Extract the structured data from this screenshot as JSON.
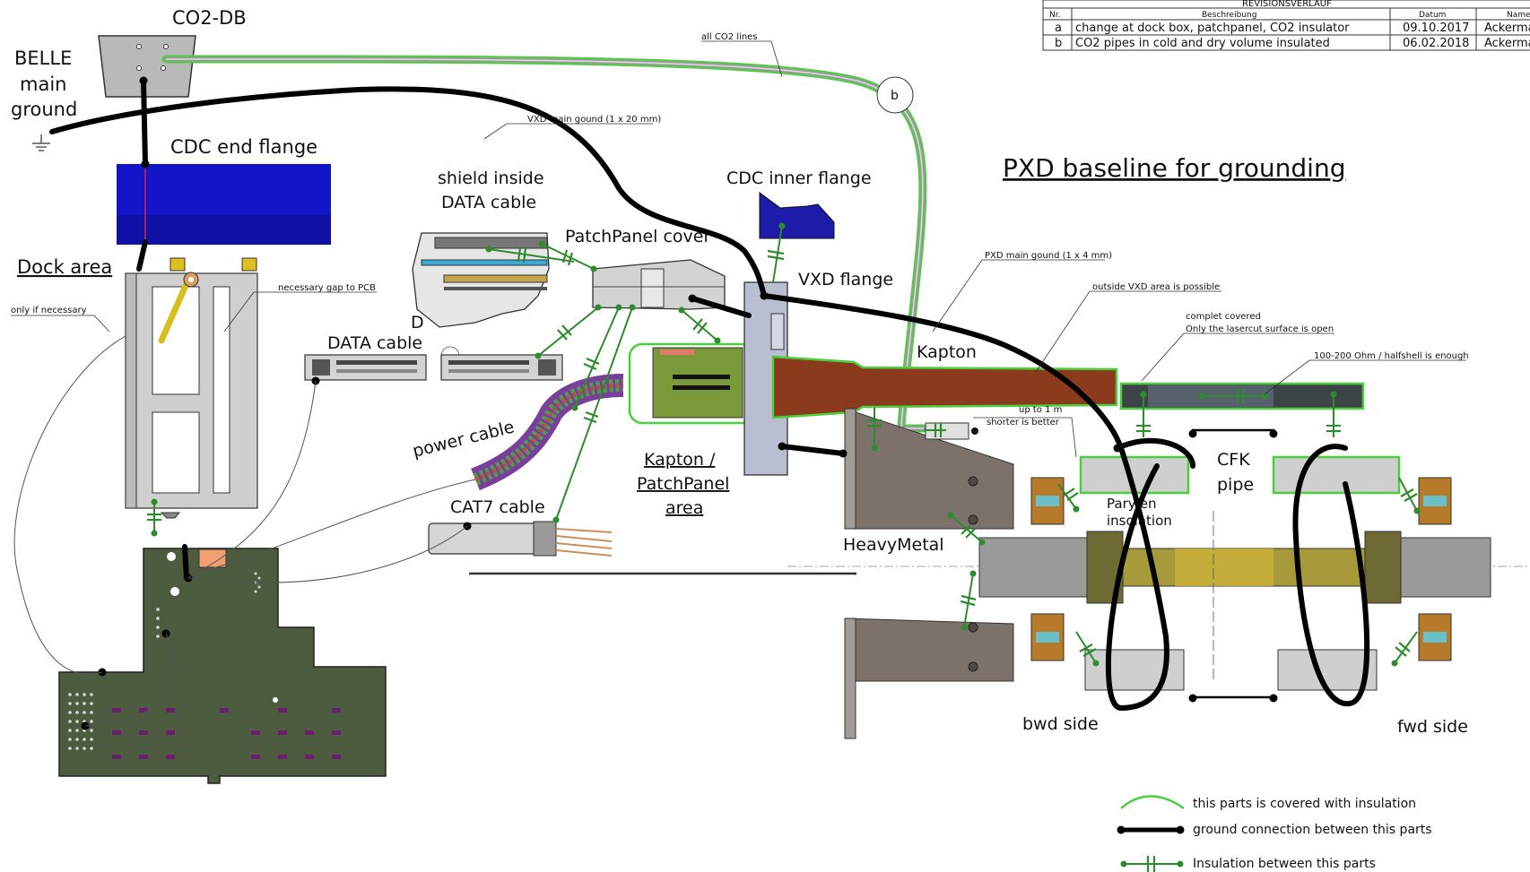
{
  "revision_table": {
    "title": "REVISIONSVERLAUF",
    "headers": [
      "Nr.",
      "Beschreibung",
      "Datum",
      "Name"
    ],
    "rows": [
      {
        "nr": "a",
        "desc": "change at dock box, patchpanel, CO2 insulator",
        "date": "09.10.2017",
        "name": "Ackerma"
      },
      {
        "nr": "b",
        "desc": "CO2 pipes in cold and dry volume insulated",
        "date": "06.02.2018",
        "name": "Ackerma"
      }
    ]
  },
  "title": "PXD baseline for grounding",
  "labels": {
    "co2_db": "CO2-DB",
    "belle_ground": [
      "BELLE",
      "main",
      "ground"
    ],
    "cdc_end_flange": "CDC end flange",
    "dock_area": "Dock area",
    "shield_inside": [
      "shield inside",
      "DATA cable"
    ],
    "patchpanel_cover": "PatchPanel cover",
    "cdc_inner_flange": "CDC inner flange",
    "vxd_flange": "VXD flange",
    "data_cable": "DATA cable",
    "d_marker": "D",
    "power_cable": "power cable",
    "cat7_cable": "CAT7 cable",
    "kapton_patchpanel_area": [
      "Kapton /",
      "PatchPanel",
      "area"
    ],
    "kapton": "Kapton",
    "heavymetal": "HeavyMetal",
    "cfk_pipe": [
      "CFK",
      "pipe"
    ],
    "parylen": [
      "Parylen",
      "insolation"
    ],
    "bwd_side": "bwd side",
    "fwd_side": "fwd side",
    "b_marker": "b"
  },
  "annotations": {
    "all_co2_lines": "all CO2 lines",
    "vxd_main_ground": "VXD main gound (1 x 20 mm)",
    "pxd_main_ground": "PXD main gound (1 x 4 mm)",
    "outside_vxd": "outside VXD area is possible",
    "complet_covered": [
      "complet covered",
      "Only the lasercut surface is open"
    ],
    "ohm": "100-200 Ohm / halfshell is enough",
    "necessary_gap": "necessary gap to PCB",
    "only_if_necessary": "only if necessary",
    "up_to_1m": [
      "up to 1 m",
      "shorter is better"
    ]
  },
  "legend": [
    {
      "symbol": "insulation-wave",
      "text": "this parts is covered with insulation"
    },
    {
      "symbol": "ground-line",
      "text": "ground connection between this parts"
    },
    {
      "symbol": "insulator-capacitor",
      "text": "Insulation between this parts"
    }
  ],
  "colors": {
    "ground": "#000000",
    "insulation": "#4ccf3f",
    "insulator_symbol": "#2e8b2e",
    "cdc_end_flange": "#1414c8",
    "cdc_inner_flange": "#1c1ca8",
    "pcb": "#4d5c3f",
    "kapton": "#8b3a1e",
    "cfk_pipe": "#a69a3a"
  }
}
